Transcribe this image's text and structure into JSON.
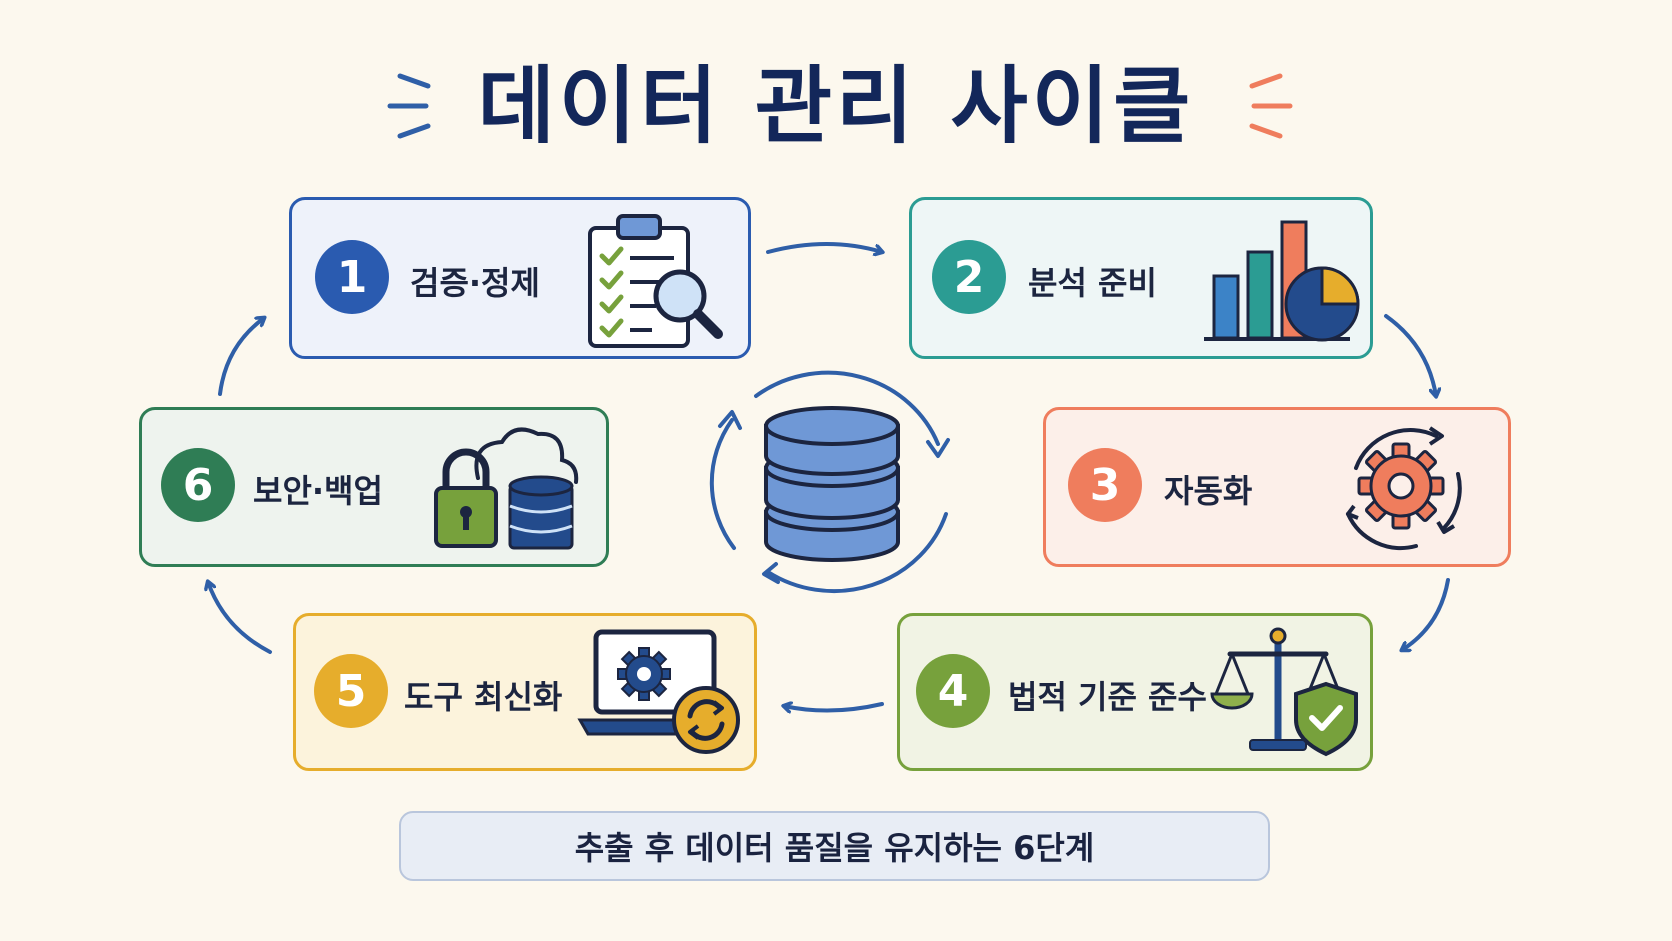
{
  "title": "데이터 관리 사이클",
  "footer": "추출 후 데이터 품질을 유지하는 6단계",
  "colors": {
    "navy": "#13275a",
    "arrow": "#2f5fa7",
    "step1": "#2a5bb0",
    "step2": "#2b9c93",
    "step3": "#ef7d5d",
    "step4": "#77a13c",
    "step5": "#e6ad2c",
    "step6": "#2f7d55"
  },
  "steps": [
    {
      "number": "1",
      "label": "검증·정제",
      "icon": "clipboard-magnifier-icon"
    },
    {
      "number": "2",
      "label": "분석 준비",
      "icon": "bar-pie-chart-icon"
    },
    {
      "number": "3",
      "label": "자동화",
      "icon": "gear-cycle-icon"
    },
    {
      "number": "4",
      "label": "법적 기준 준수",
      "icon": "scale-shield-icon"
    },
    {
      "number": "5",
      "label": "도구 최신화",
      "icon": "laptop-update-icon"
    },
    {
      "number": "6",
      "label": "보안·백업",
      "icon": "lock-cloud-database-icon"
    }
  ],
  "center_icon": "database-cycle-icon"
}
